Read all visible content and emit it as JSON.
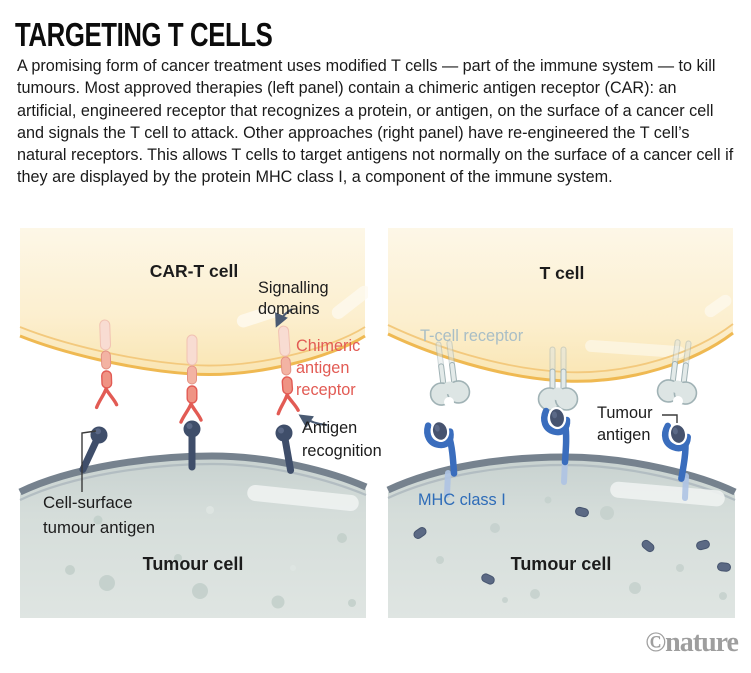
{
  "header": {
    "title": "TARGETING T CELLS",
    "description": "A promising form of cancer treatment uses modified T cells — part of the immune system — to kill tumours. Most approved therapies (left panel) contain a chimeric antigen receptor (CAR): an artificial, engineered receptor that recognizes a protein, or antigen, on the surface of a cancer cell and signals the T cell to attack. Other approaches (right panel) have re-engineered the T cell’s natural receptors. This allows T cells to target antigens not normally on the surface of a cancer cell if they are displayed by the protein MHC class I, a component of the immune system."
  },
  "left_panel": {
    "cell_label": "CAR-T cell",
    "signalling_domains_label": "Signalling\ndomains",
    "chimeric_label": "Chimeric\nantigen\nreceptor",
    "antigen_recognition_label": "Antigen\nrecognition",
    "cell_surface_label": "Cell-surface\ntumour antigen",
    "tumour_label": "Tumour cell"
  },
  "right_panel": {
    "cell_label": "T cell",
    "tcr_label": "T-cell receptor",
    "tumour_antigen_label": "Tumour\nantigen",
    "mhc_label": "MHC class I",
    "tumour_label": "Tumour cell"
  },
  "footer": {
    "credit": "©nature"
  },
  "theme": {
    "car-red": "#e25b54",
    "car-red-fill": "#ef9384",
    "car-faded": "#f8dcd2",
    "mhc-blue": "#3a6dbd",
    "mhc-faded": "#aec3e3",
    "mhc-label-blue": "#2e6cb8",
    "tcr-fill": "#dde5e4",
    "tcr-stroke": "#a0b2b5",
    "tcr-label-gray": "#a9bec6",
    "navy": "#3f4e6a",
    "cream": "#fbeecb",
    "membrane-orange": "#efb952",
    "tumour-gray": "#d4dcd9",
    "membrane-gray": "#76828e",
    "credit-gray": "#9e9e9e"
  }
}
